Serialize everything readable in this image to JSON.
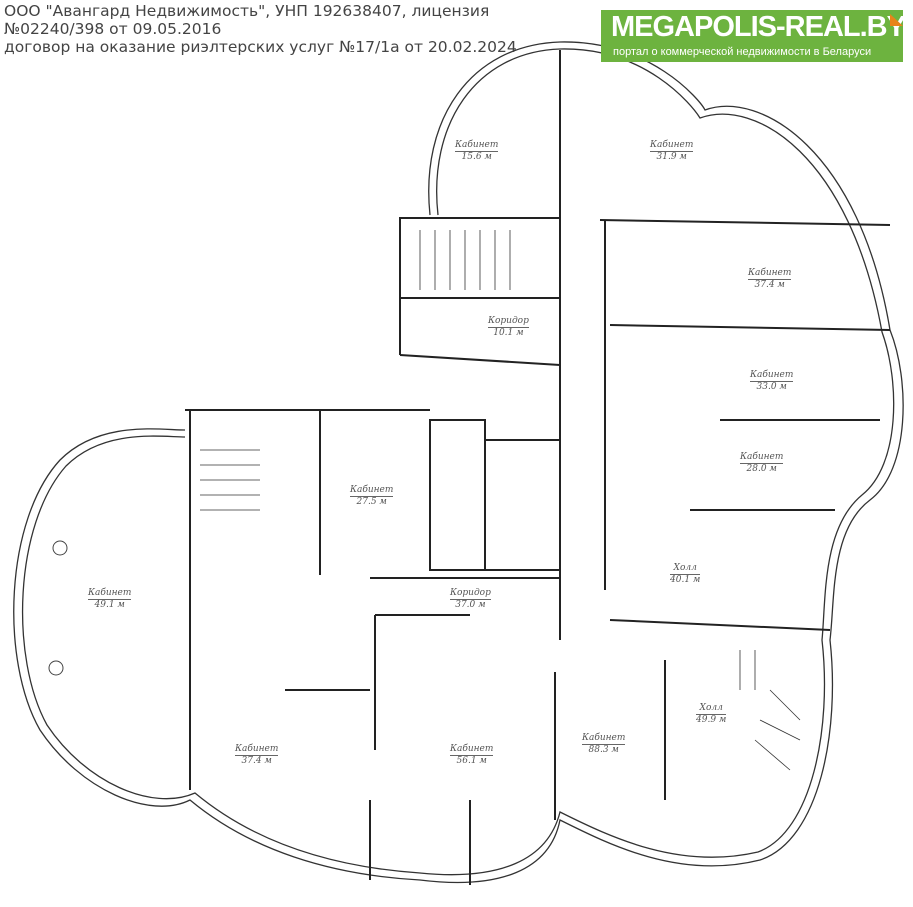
{
  "header": {
    "line1": "ООО \"Авангард Недвижимость\", УНП 192638407, лицензия №02240/398 от 09.05.2016",
    "line2": "договор на оказание риэлтерских услуг №17/1а от 20.02.2024"
  },
  "logo": {
    "title": "MEGAPOLIS-REAL.BY",
    "subtitle": "портал о коммерческой недвижимости в Беларуси",
    "color": "#6db33f",
    "accent": "#e8841a"
  },
  "rooms": [
    {
      "name": "Кабинет",
      "area": "15.6 м"
    },
    {
      "name": "Кабинет",
      "area": "31.9 м"
    },
    {
      "name": "Кабинет",
      "area": "37.4 м"
    },
    {
      "name": "Кабинет",
      "area": "33.0 м"
    },
    {
      "name": "Кабинет",
      "area": "28.0 м"
    },
    {
      "name": "Холл",
      "area": "40.1 м"
    },
    {
      "name": "Коридор",
      "area": "10.1 м"
    },
    {
      "name": "Кабинет",
      "area": "27.5 м"
    },
    {
      "name": "Коридор",
      "area": "37.0 м"
    },
    {
      "name": "Кабинет",
      "area": "49.1 м"
    },
    {
      "name": "Кабинет",
      "area": "37.4 м"
    },
    {
      "name": "Кабинет",
      "area": "56.1 м"
    },
    {
      "name": "Кабинет",
      "area": "88.3 м"
    },
    {
      "name": "Холл",
      "area": "49.9 м"
    }
  ]
}
